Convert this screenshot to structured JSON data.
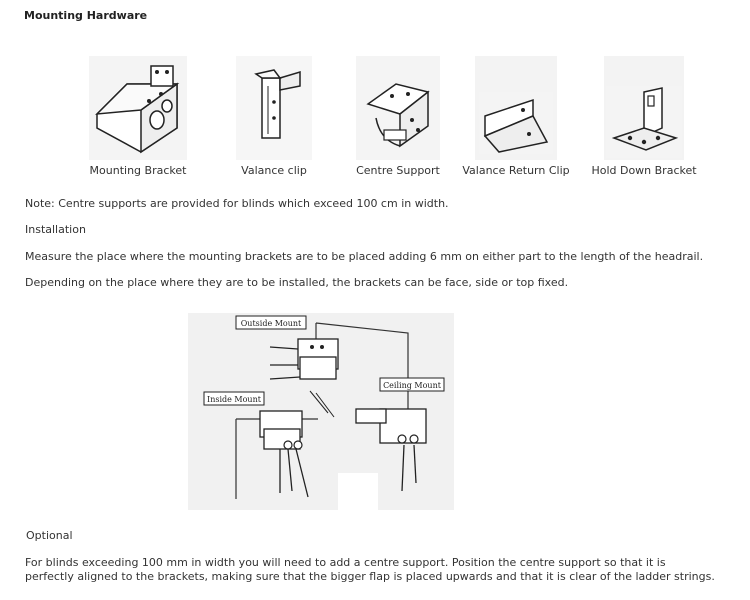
{
  "page_title": "Mounting Hardware",
  "hardware": [
    {
      "label": "Mounting Bracket",
      "icon": "mounting-bracket-image"
    },
    {
      "label": "Valance clip",
      "icon": "valance-clip-image"
    },
    {
      "label": "Centre Support",
      "icon": "centre-support-image"
    },
    {
      "label": "Valance Return Clip",
      "icon": "valance-return-clip-image"
    },
    {
      "label": "Hold Down Bracket",
      "icon": "hold-down-bracket-image"
    }
  ],
  "note": "Note: Centre supports are provided for blinds which exceed 100 cm in width.",
  "installation_heading": "Installation",
  "installation_p1": "Measure the place where the mounting brackets are to be placed adding 6 mm on either part to the length of the headrail.",
  "installation_p2": "Depending on the place where they are to be installed, the brackets can be face, side or top fixed.",
  "diagram_labels": {
    "outside": "Outside Mount",
    "inside": "Inside Mount",
    "ceiling": "Ceiling Mount"
  },
  "optional_heading": "Optional",
  "optional_line1": "For blinds exceeding 100 mm in width you will need to add a centre support. Position the centre support so that it is",
  "optional_line2": "perfectly aligned to the brackets, making sure that the bigger flap is placed upwards and that it is clear of the ladder strings."
}
